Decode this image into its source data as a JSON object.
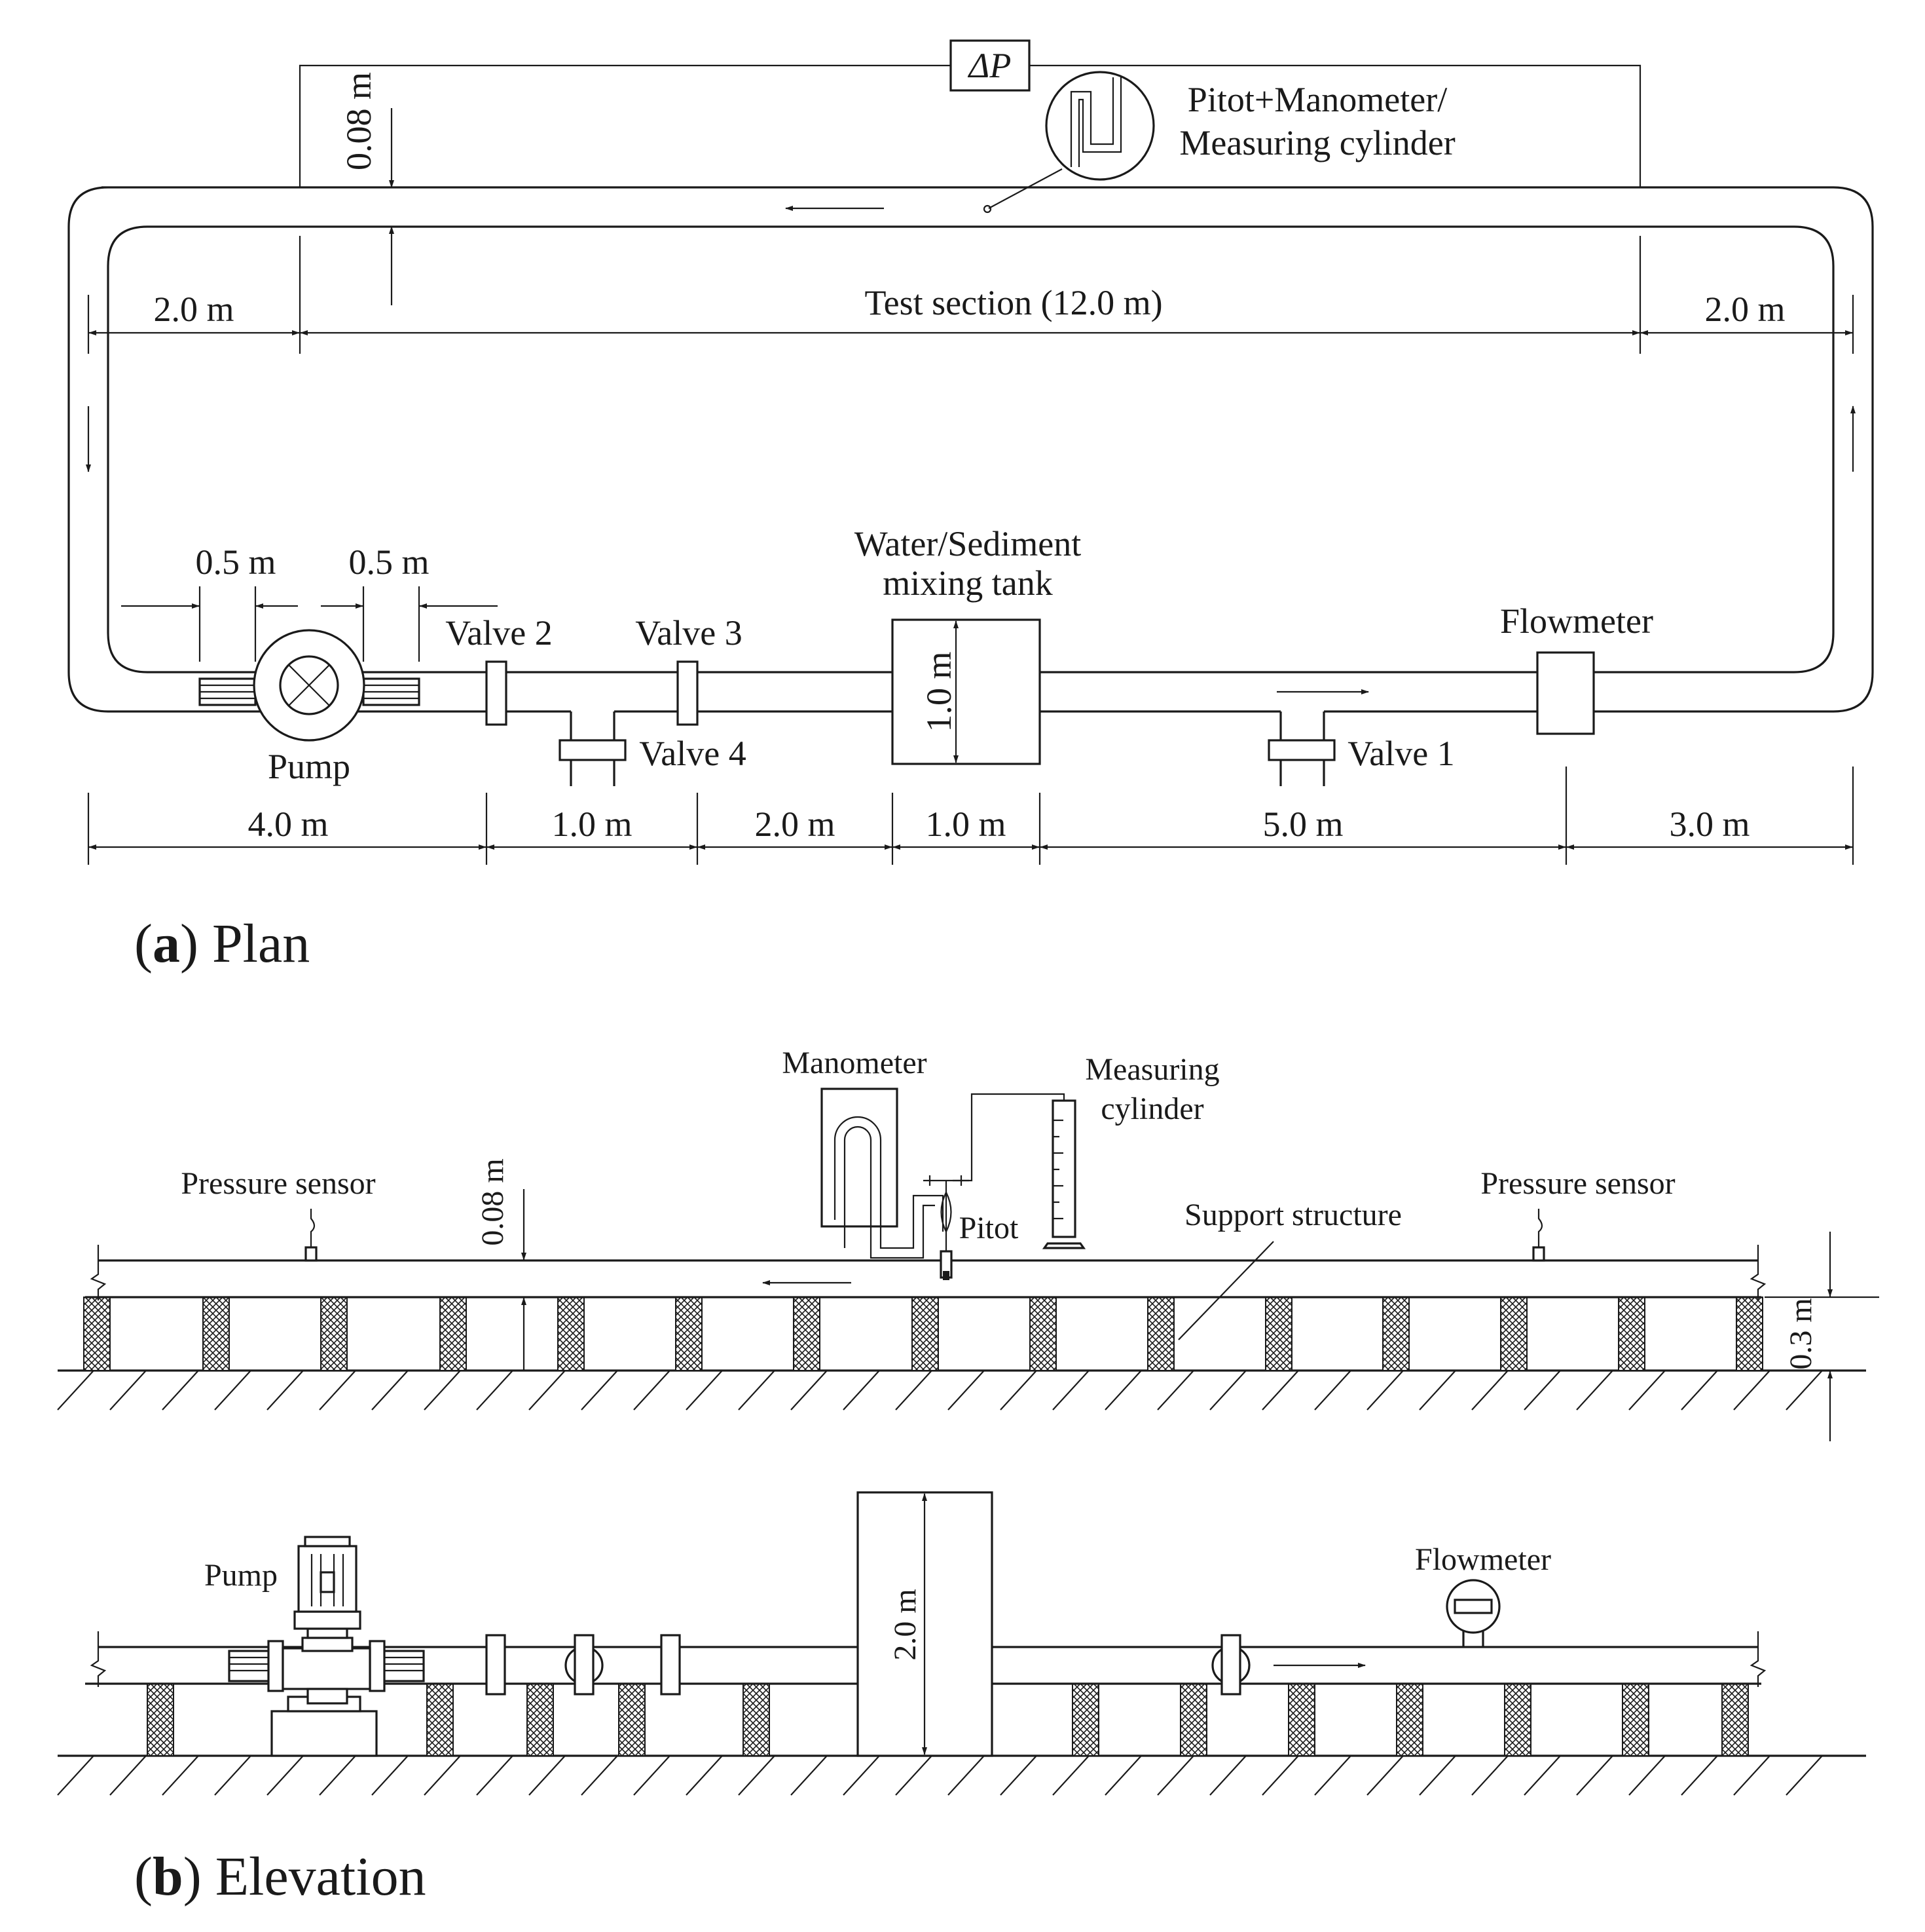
{
  "plan": {
    "caption_letter": "a",
    "caption_text": "Plan",
    "delta_p": "ΔP",
    "pitot_label_1": "Pitot+Manometer/",
    "pitot_label_2": "Measuring cylinder",
    "dim_pipe_diameter": "0.08 m",
    "dim_left": "2.0 m",
    "dim_test_section": "Test section (12.0 m)",
    "dim_right": "2.0 m",
    "dim_half_1": "0.5 m",
    "dim_half_2": "0.5 m",
    "valve_1": "Valve 1",
    "valve_2": "Valve 2",
    "valve_3": "Valve 3",
    "valve_4": "Valve 4",
    "tank_label_1": "Water/Sediment",
    "tank_label_2": "mixing tank",
    "tank_dim": "1.0 m",
    "flowmeter": "Flowmeter",
    "pump": "Pump",
    "bottom_dims": [
      "4.0 m",
      "1.0 m",
      "2.0 m",
      "1.0 m",
      "5.0 m",
      "3.0 m"
    ]
  },
  "elevation": {
    "caption_letter": "b",
    "caption_text": "Elevation",
    "manometer": "Manometer",
    "measuring_1": "Measuring",
    "measuring_2": "cylinder",
    "pressure_sensor_left": "Pressure sensor",
    "pressure_sensor_right": "Pressure sensor",
    "pipe_diameter": "0.08 m",
    "pitot": "Pitot",
    "support_structure": "Support structure",
    "support_height": "0.3 m",
    "pump": "Pump",
    "flowmeter": "Flowmeter",
    "tank_height": "2.0 m"
  },
  "colors": {
    "line": "#1a1a1a",
    "background": "#ffffff"
  }
}
